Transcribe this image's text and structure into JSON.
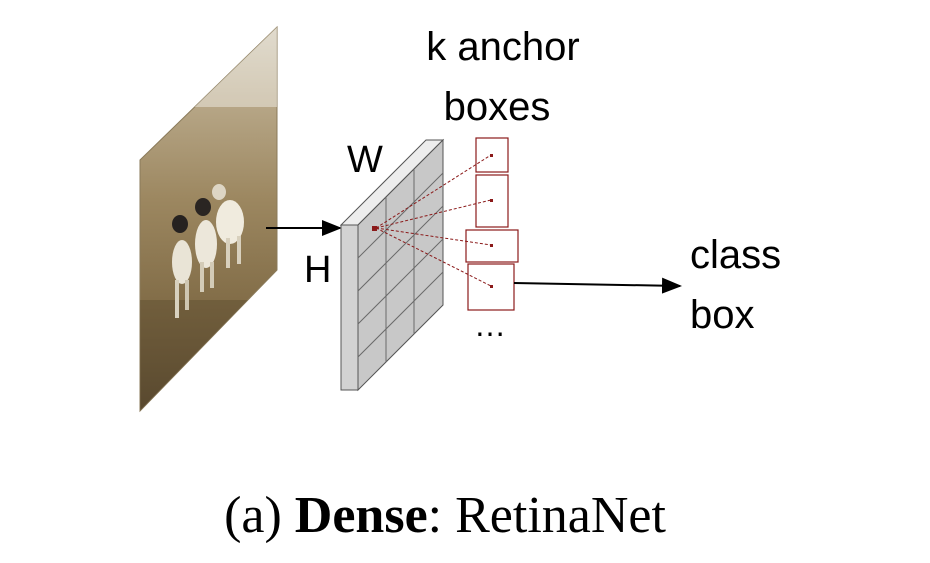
{
  "labels": {
    "anchor_line1": "k anchor",
    "anchor_line2": "boxes",
    "width": "W",
    "height": "H",
    "ellipsis": "…",
    "output_line1": "class",
    "output_line2": "box"
  },
  "caption": {
    "prefix": "(a) ",
    "bold": "Dense",
    "suffix": ": RetinaNet"
  },
  "colors": {
    "anchor": "#8b1a1a",
    "grid_face": "#d6d6d6",
    "grid_side": "#bdbdbd",
    "grid_top": "#e6e6e6",
    "arrow": "#000000"
  },
  "image": {
    "subject": "three-lambs-on-grassland-photo"
  }
}
